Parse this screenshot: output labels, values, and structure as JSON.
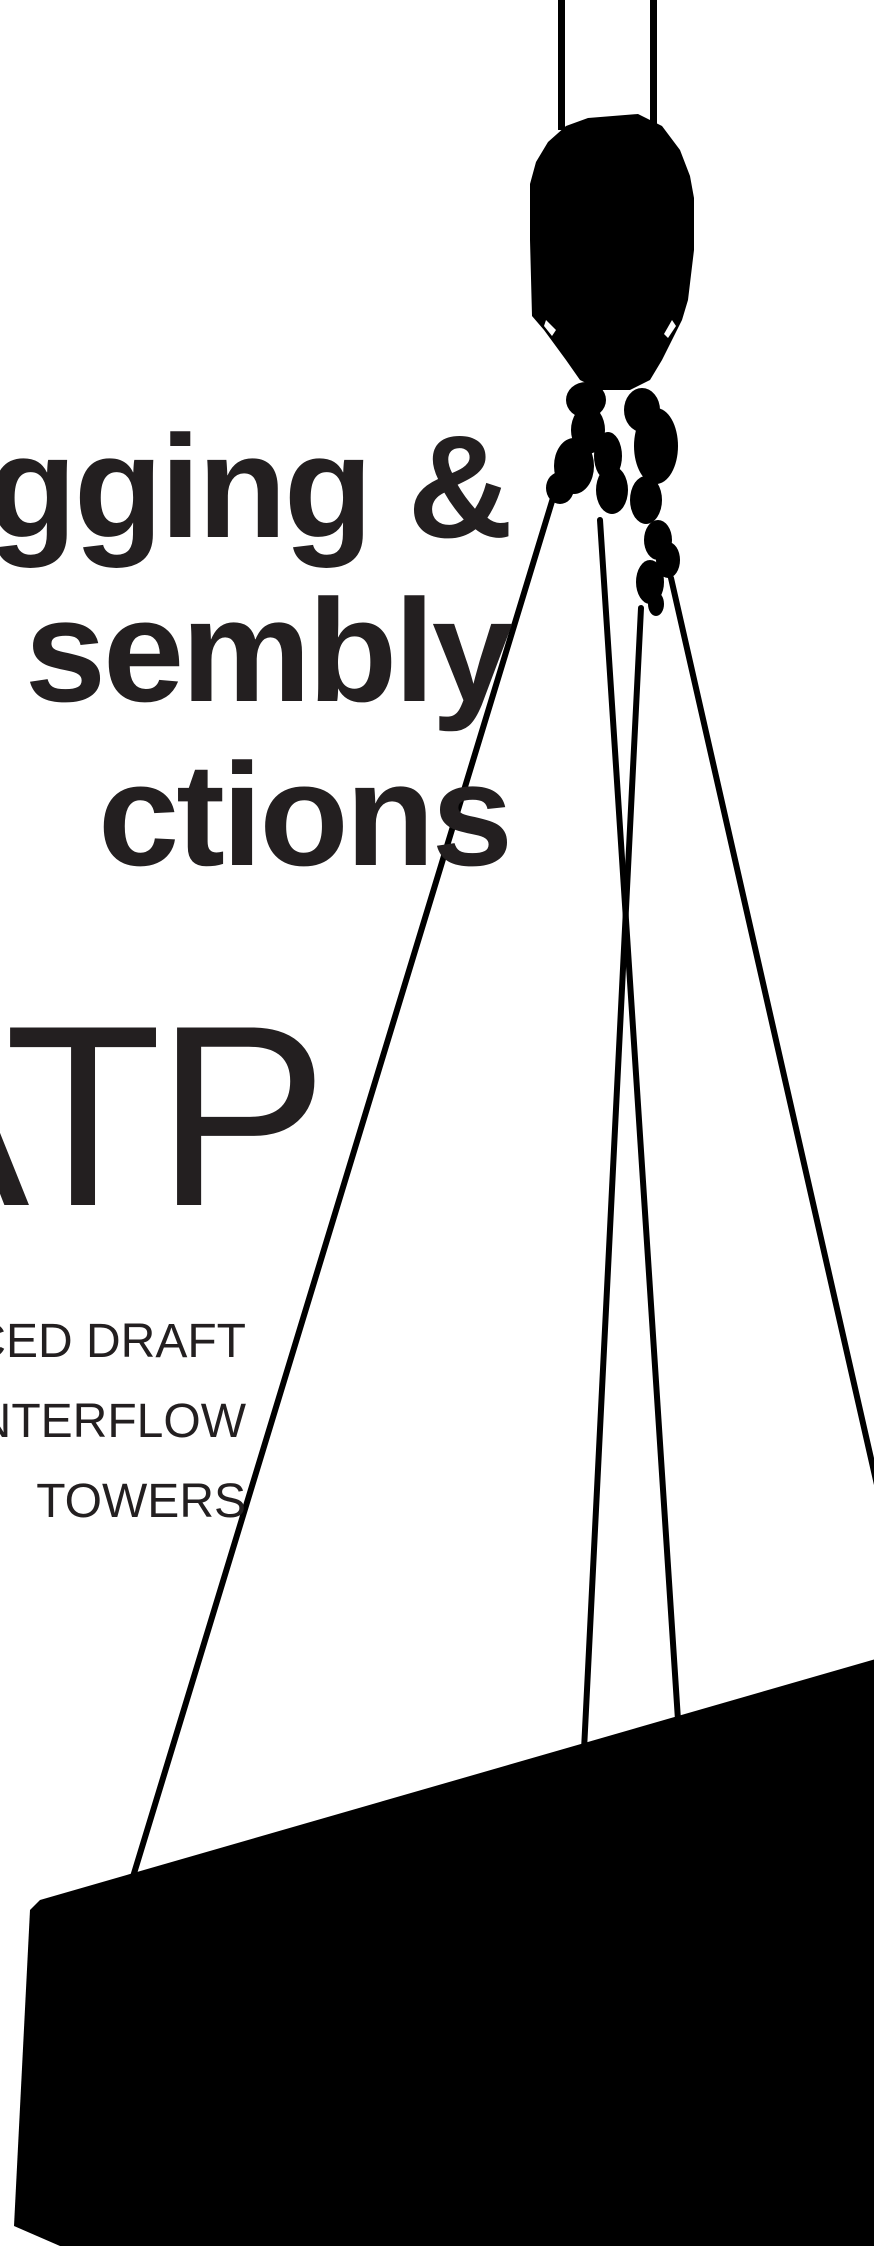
{
  "cover": {
    "title_lines": [
      "gging &",
      "sembly",
      "ctions"
    ],
    "code": "ATP",
    "subtitle_lines": [
      "CED DRAFT",
      "NTERFLOW",
      "TOWERS"
    ]
  },
  "icons": {
    "crane": "crane-hook-icon",
    "load": "suspended-load-icon"
  },
  "colors": {
    "ink": "#231f20",
    "silhouette": "#000000",
    "background": "#ffffff"
  }
}
